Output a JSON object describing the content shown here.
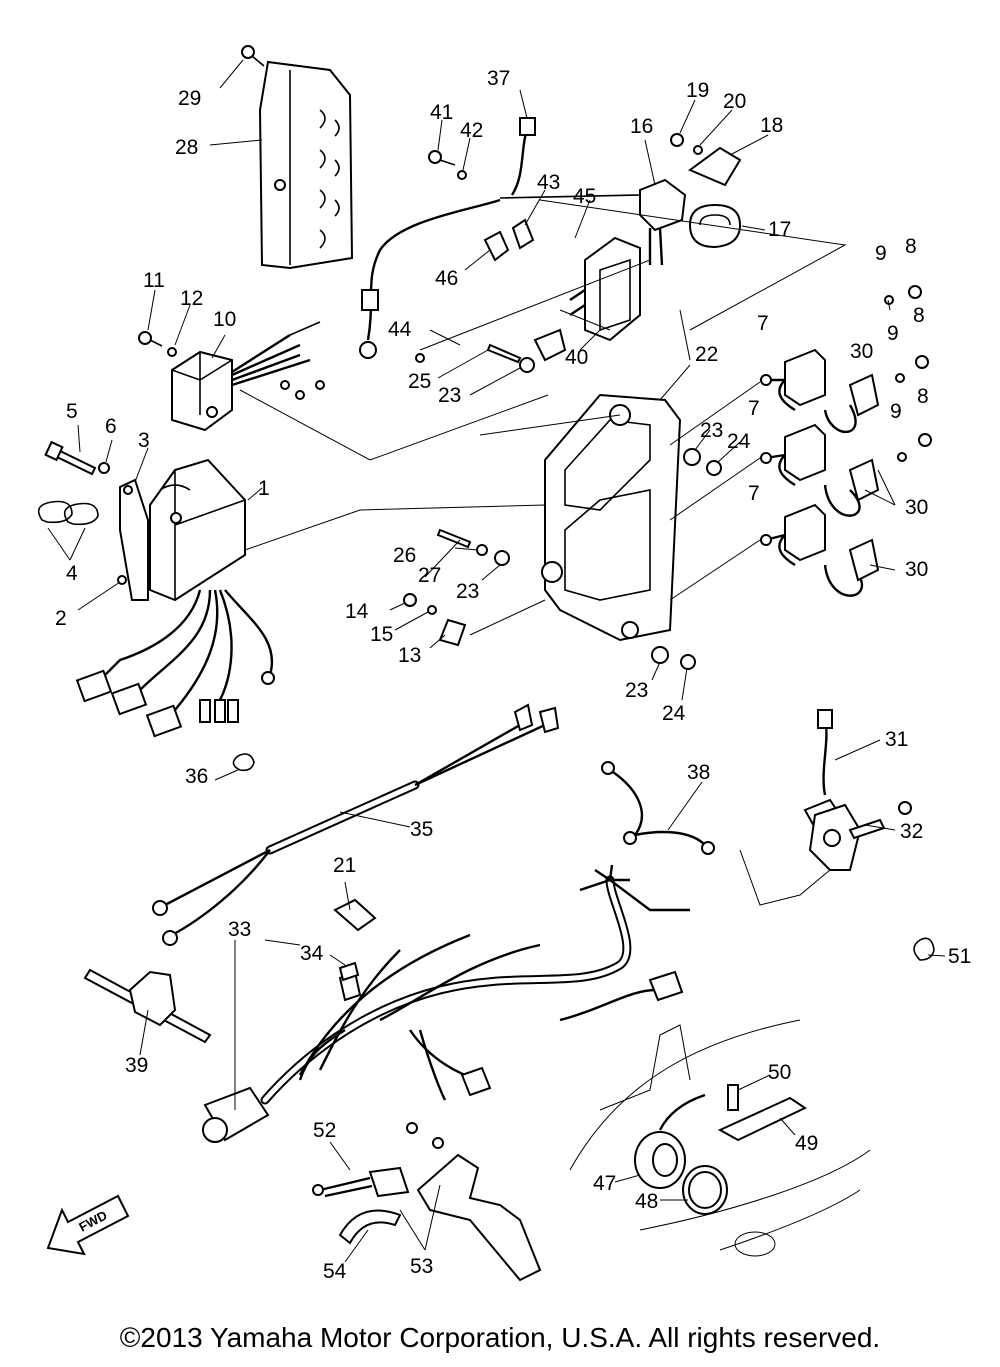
{
  "labels": {
    "p1": "1",
    "p2": "2",
    "p3": "3",
    "p4": "4",
    "p5": "5",
    "p6": "6",
    "p7a": "7",
    "p7b": "7",
    "p7c": "7",
    "p8a": "8",
    "p8b": "8",
    "p8c": "8",
    "p9a": "9",
    "p9b": "9",
    "p9c": "9",
    "p10": "10",
    "p11": "11",
    "p12": "12",
    "p13": "13",
    "p14": "14",
    "p15": "15",
    "p16": "16",
    "p17": "17",
    "p18": "18",
    "p19": "19",
    "p20": "20",
    "p21": "21",
    "p22": "22",
    "p23a": "23",
    "p23b": "23",
    "p23c": "23",
    "p23d": "23",
    "p24a": "24",
    "p24b": "24",
    "p25": "25",
    "p26": "26",
    "p27": "27",
    "p28": "28",
    "p29": "29",
    "p30a": "30",
    "p30b": "30",
    "p30c": "30",
    "p31": "31",
    "p32": "32",
    "p33": "33",
    "p34": "34",
    "p35": "35",
    "p36": "36",
    "p37": "37",
    "p38": "38",
    "p39": "39",
    "p40": "40",
    "p41": "41",
    "p42": "42",
    "p43": "43",
    "p44": "44",
    "p45": "45",
    "p46": "46",
    "p47": "47",
    "p48": "48",
    "p49": "49",
    "p50": "50",
    "p51": "51",
    "p52": "52",
    "p53": "53",
    "p54": "54"
  },
  "fwd_arrow": "FWD",
  "copyright": "©2013 Yamaha Motor Corporation, U.S.A. All rights reserved."
}
